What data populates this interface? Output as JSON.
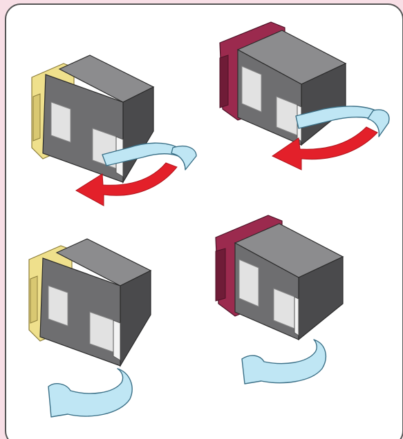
{
  "colors": {
    "page_background": "#f8dfe6",
    "panel_background": "#ffffff",
    "panel_border": "#555555",
    "cartridge_body": "#6e6e70",
    "cartridge_side": "#4a4a4c",
    "cartridge_top": "#8c8c8e",
    "label_window": "#e2e2e2",
    "black_cartridge_cap": "#efe08c",
    "color_cartridge_cap": "#9b2a4e",
    "protective_tape": "#bfe6f4",
    "tape_outline": "#3a6f86",
    "arrow": "#e3202a"
  },
  "panels": [
    {
      "step": "remove-tape",
      "cartridge": "black",
      "cap_color": "#efe08c",
      "tape_state": "peeling",
      "arrow_direction": "left"
    },
    {
      "step": "remove-tape",
      "cartridge": "color",
      "cap_color": "#9b2a4e",
      "tape_state": "peeling",
      "arrow_direction": "left"
    },
    {
      "step": "tape-removed",
      "cartridge": "black",
      "cap_color": "#efe08c",
      "tape_state": "detached",
      "arrow_direction": ""
    },
    {
      "step": "tape-removed",
      "cartridge": "color",
      "cap_color": "#9b2a4e",
      "tape_state": "detached",
      "arrow_direction": ""
    }
  ]
}
